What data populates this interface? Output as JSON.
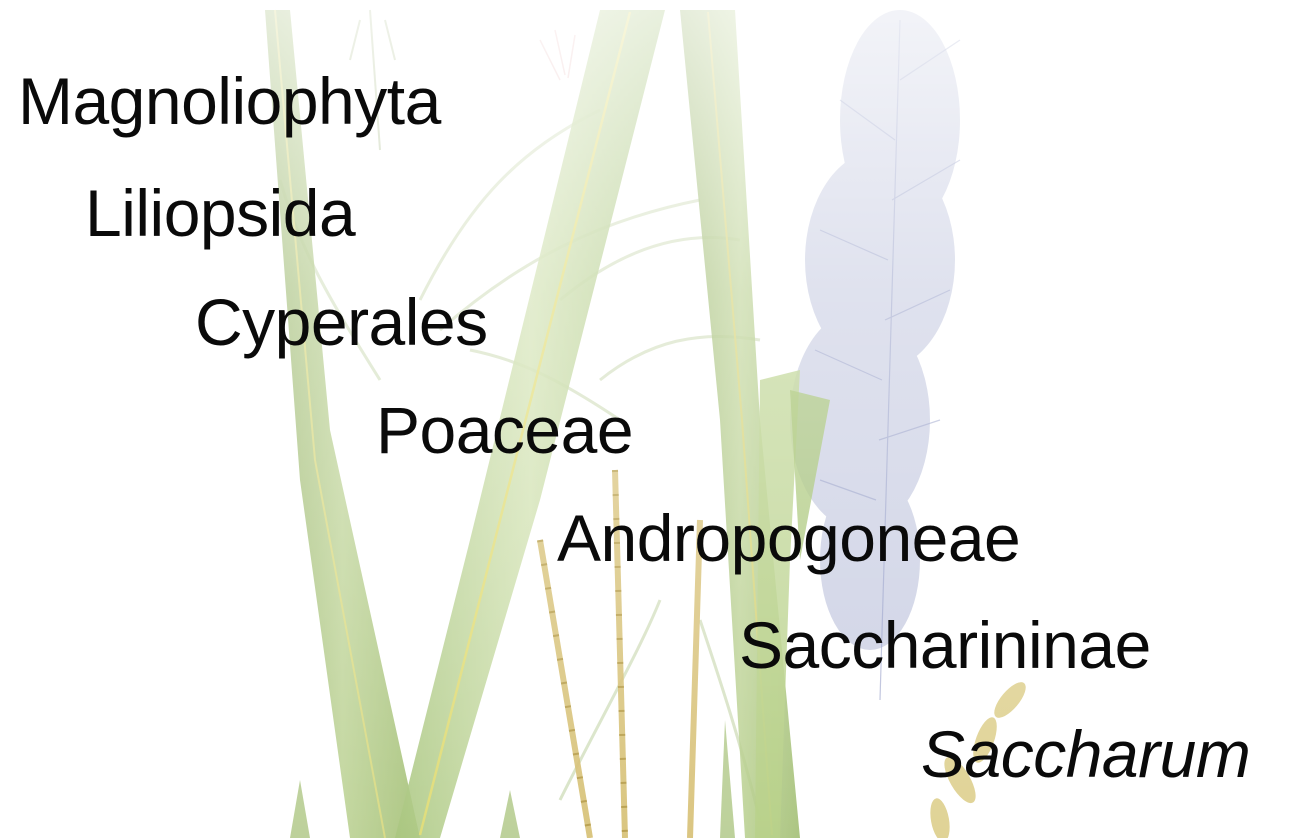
{
  "taxonomy": [
    {
      "label": "Magnoliophyta",
      "italic": false
    },
    {
      "label": "Liliopsida",
      "italic": false
    },
    {
      "label": "Cyperales",
      "italic": false
    },
    {
      "label": "Poaceae",
      "italic": false
    },
    {
      "label": "Andropogoneae",
      "italic": false
    },
    {
      "label": "Saccharininae",
      "italic": false
    },
    {
      "label": "Saccharum",
      "italic": true
    }
  ],
  "colors": {
    "text": "#0a0a0a",
    "leaf_dark": "#7a9a4a",
    "leaf_light": "#b6cf8a",
    "leaf_midrib": "#d8d46a",
    "stem_yellow": "#d9c27a",
    "plume": "#9aa3c8",
    "background": "#ffffff"
  },
  "illustration": {
    "subject": "sugarcane-botanical-illustration"
  }
}
